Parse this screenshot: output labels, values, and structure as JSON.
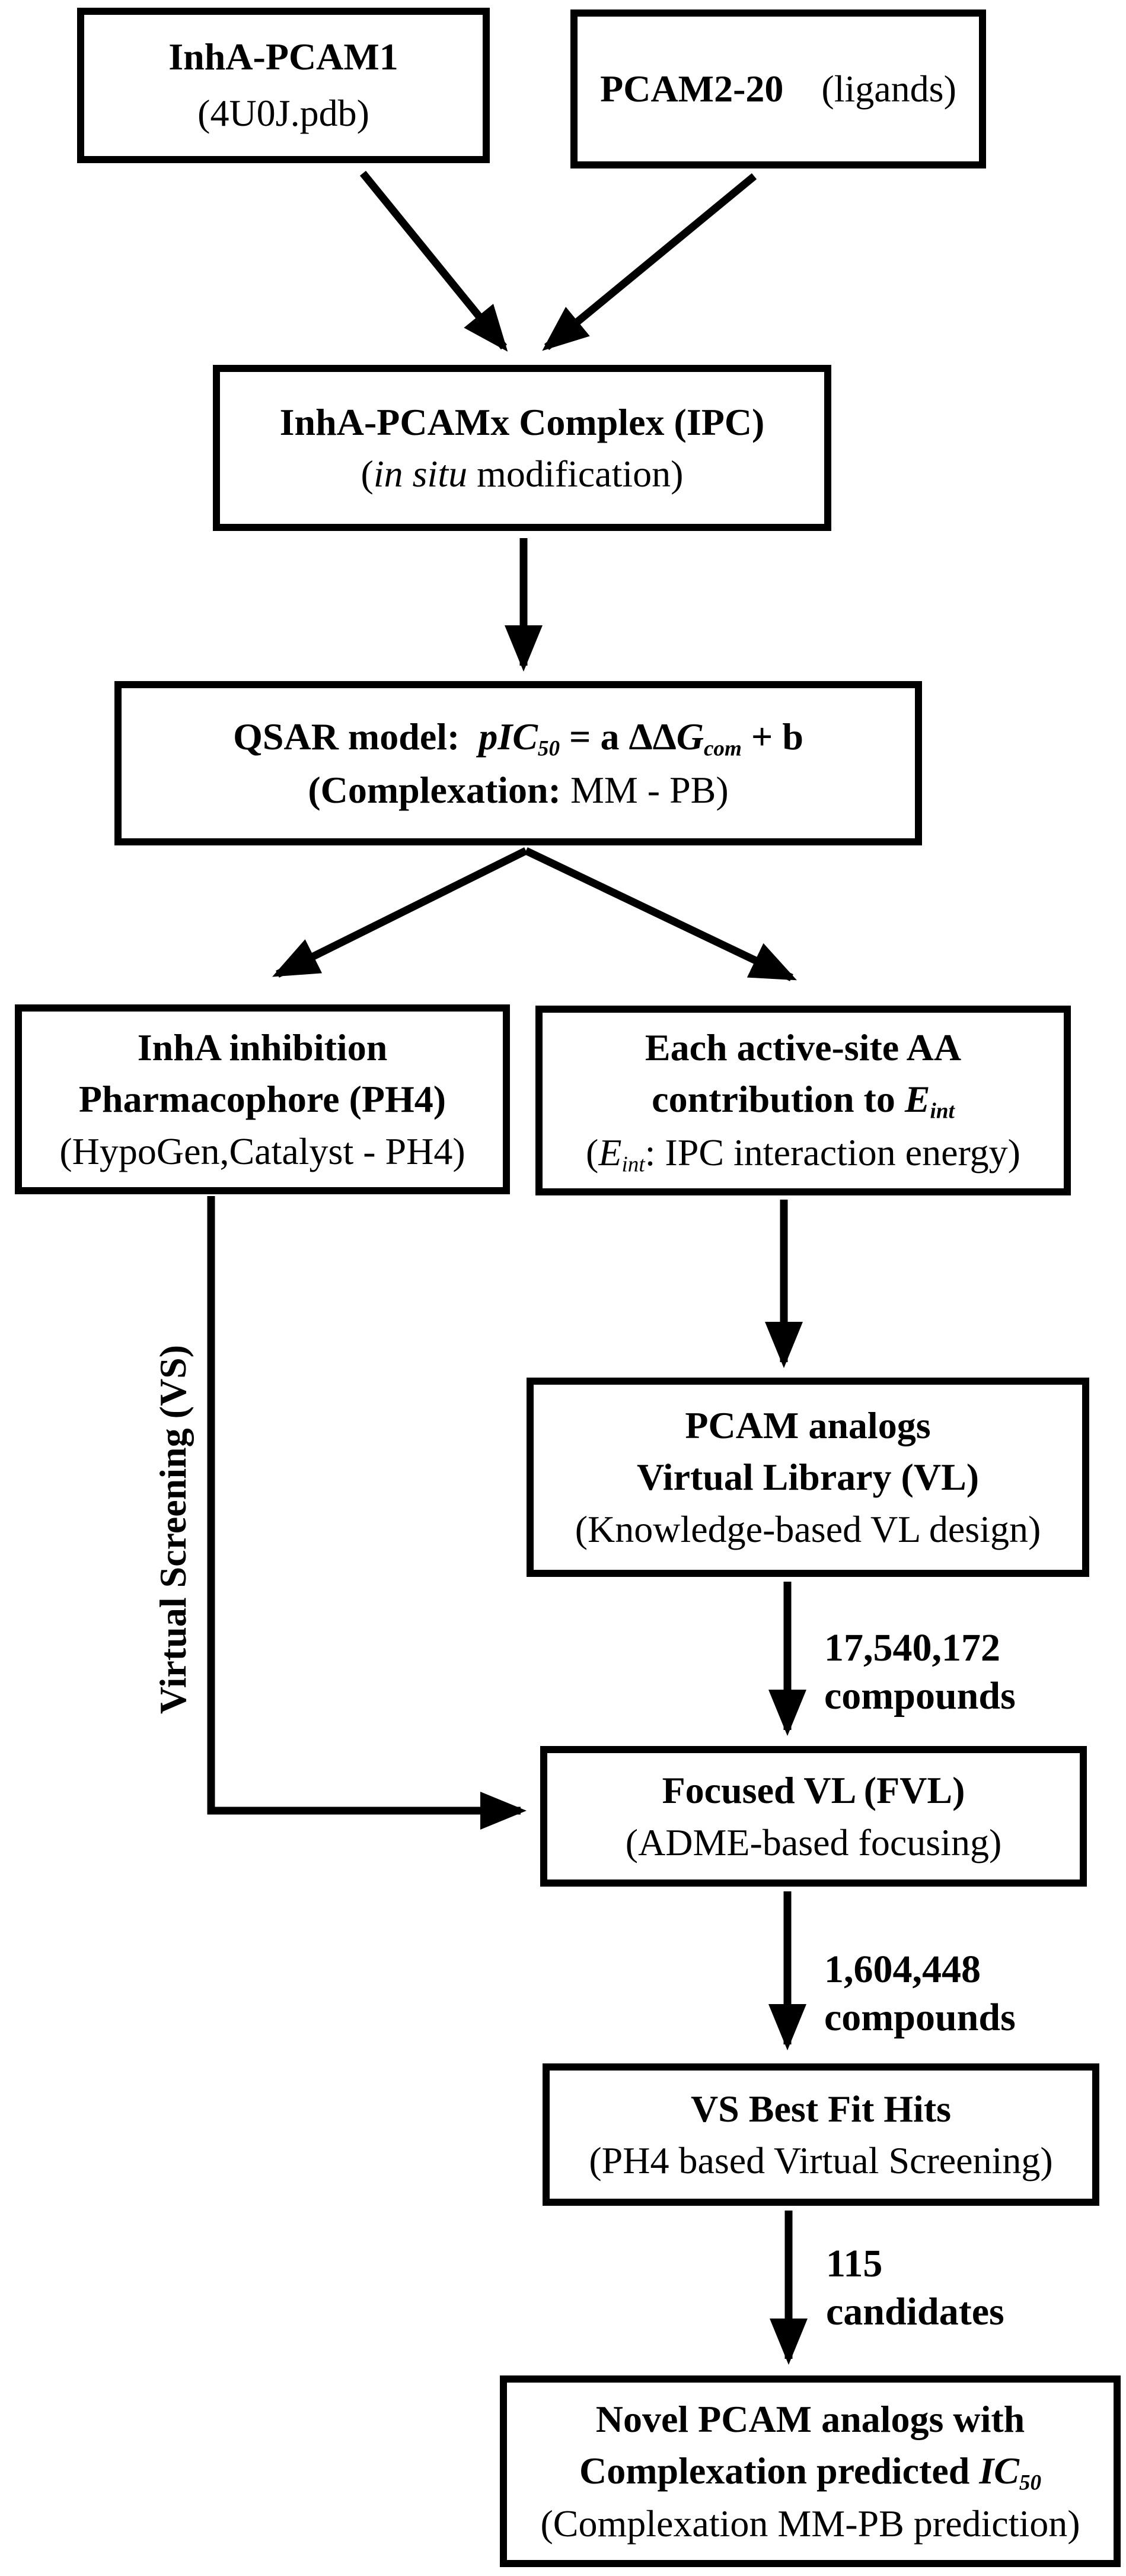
{
  "colors": {
    "background": "#ffffff",
    "ink": "#000000"
  },
  "boxes": {
    "inha_pcam1": {
      "lines": [
        [
          {
            "t": "InhA-PCAM1",
            "s": "b"
          }
        ],
        [
          {
            "t": "(4U0J.pdb)"
          }
        ]
      ]
    },
    "pcam2_20": {
      "lines": [
        [
          {
            "t": "PCAM2-20",
            "s": "b"
          },
          {
            "t": "    "
          },
          {
            "t": "(ligands)"
          }
        ]
      ]
    },
    "ipc_complex": {
      "lines": [
        [
          {
            "t": "InhA-PCAMx Complex (IPC)",
            "s": "b"
          }
        ],
        [
          {
            "t": "("
          },
          {
            "t": "in situ",
            "s": "i"
          },
          {
            "t": " modification)"
          }
        ]
      ]
    },
    "qsar_model": {
      "lines": [
        [
          {
            "t": "QSAR model:  ",
            "s": "b"
          },
          {
            "t": "pIC",
            "s": "b i"
          },
          {
            "t": "50",
            "s": "b i sub"
          },
          {
            "t": " = a ",
            "s": "b"
          },
          {
            "t": "ΔΔ",
            "s": "b"
          },
          {
            "t": "G",
            "s": "b i"
          },
          {
            "t": "com",
            "s": "b i sub"
          },
          {
            "t": " + b",
            "s": "b"
          }
        ],
        [
          {
            "t": "(Complexation:",
            "s": "b"
          },
          {
            "t": " MM - PB)"
          }
        ]
      ]
    },
    "ph4_pharmacophore": {
      "lines": [
        [
          {
            "t": "InhA inhibition",
            "s": "b"
          }
        ],
        [
          {
            "t": "Pharmacophore (PH4)",
            "s": "b"
          }
        ],
        [
          {
            "t": "(HypoGen,Catalyst - PH4)"
          }
        ]
      ]
    },
    "aa_contribution": {
      "lines": [
        [
          {
            "t": "Each active-site AA",
            "s": "b"
          }
        ],
        [
          {
            "t": "contribution to ",
            "s": "b"
          },
          {
            "t": "E",
            "s": "b i"
          },
          {
            "t": "int",
            "s": "b i sub"
          }
        ],
        [
          {
            "t": "("
          },
          {
            "t": "E",
            "s": "i"
          },
          {
            "t": "int",
            "s": "i sub"
          },
          {
            "t": ": IPC interaction energy)"
          }
        ]
      ]
    },
    "virtual_library": {
      "lines": [
        [
          {
            "t": "PCAM analogs",
            "s": "b"
          }
        ],
        [
          {
            "t": "Virtual Library (VL)",
            "s": "b"
          }
        ],
        [
          {
            "t": "(Knowledge-based VL design)"
          }
        ]
      ]
    },
    "focused_vl": {
      "lines": [
        [
          {
            "t": "Focused VL (FVL)",
            "s": "b"
          }
        ],
        [
          {
            "t": "(ADME-based focusing)"
          }
        ]
      ]
    },
    "vs_hits": {
      "lines": [
        [
          {
            "t": "VS Best Fit Hits",
            "s": "b"
          }
        ],
        [
          {
            "t": "(PH4 based Virtual Screening)"
          }
        ]
      ]
    },
    "novel_analogs": {
      "lines": [
        [
          {
            "t": "Novel PCAM analogs with",
            "s": "b"
          }
        ],
        [
          {
            "t": "Complexation predicted ",
            "s": "b"
          },
          {
            "t": "IC",
            "s": "b i"
          },
          {
            "t": "50",
            "s": "b i sub"
          }
        ],
        [
          {
            "t": "(Complexation MM-PB prediction)"
          }
        ]
      ]
    }
  },
  "arrow_labels": [
    {
      "line1": "17,540,172",
      "line2": "compounds"
    },
    {
      "line1": "1,604,448",
      "line2": "compounds"
    },
    {
      "line1": "115",
      "line2": "candidates"
    }
  ],
  "vertical_label": "Virtual Screening (VS)"
}
